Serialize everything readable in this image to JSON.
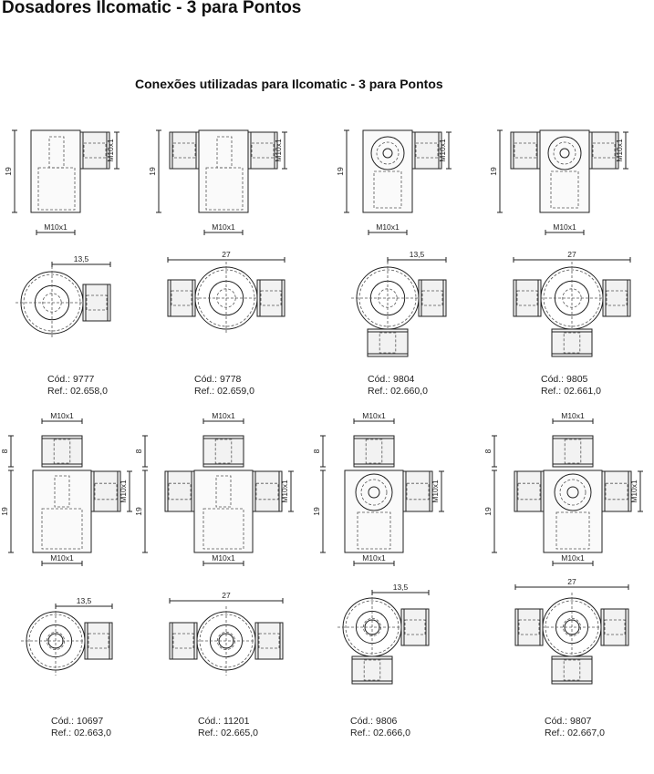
{
  "page": {
    "title": "Dosadores Ilcomatic - 3 para Pontos",
    "subtitle": "Conexões utilizadas para Ilcomatic - 3 para Pontos"
  },
  "colors": {
    "line": "#222222",
    "dash": "#555555",
    "fill": "#f2f2f2"
  },
  "items": [
    {
      "code": "Cód.: 9777",
      "ref": "Ref.: 02.658,0",
      "thread_main": "M10x1",
      "thread_side": "M10x1",
      "height": "19",
      "width": "13,5"
    },
    {
      "code": "Cód.: 9778",
      "ref": "Ref.: 02.659,0",
      "thread_main": "M10x1",
      "thread_side": "M10x1",
      "height": "19",
      "width": "27"
    },
    {
      "code": "Cód.: 9804",
      "ref": "Ref.: 02.660,0",
      "thread_main": "M10x1",
      "thread_side": "M10x1",
      "height": "19",
      "width": "13,5"
    },
    {
      "code": "Cód.: 9805",
      "ref": "Ref.: 02.661,0",
      "thread_main": "M10x1",
      "thread_side": "M10x1",
      "height": "19",
      "width": "27"
    },
    {
      "code": "Cód.: 10697",
      "ref": "Ref.: 02.663,0",
      "thread_top": "M10x1",
      "thread_main": "M10x1",
      "thread_side": "M10x1",
      "height_top": "8",
      "height": "19",
      "width": "13,5"
    },
    {
      "code": "Cód.: 11201",
      "ref": "Ref.: 02.665,0",
      "thread_top": "M10x1",
      "thread_main": "M10x1",
      "thread_side": "M10x1",
      "height_top": "8",
      "height": "19",
      "width": "27"
    },
    {
      "code": "Cód.: 9806",
      "ref": "Ref.: 02.666,0",
      "thread_top": "M10x1",
      "thread_main": "M10x1",
      "thread_side": "M10x1",
      "height_top": "8",
      "height": "19",
      "width": "13,5"
    },
    {
      "code": "Cód.: 9807",
      "ref": "Ref.: 02.667,0",
      "thread_top": "M10x1",
      "thread_main": "M10x1",
      "thread_side": "M10x1",
      "height_top": "8",
      "height": "19",
      "width": "27"
    }
  ]
}
